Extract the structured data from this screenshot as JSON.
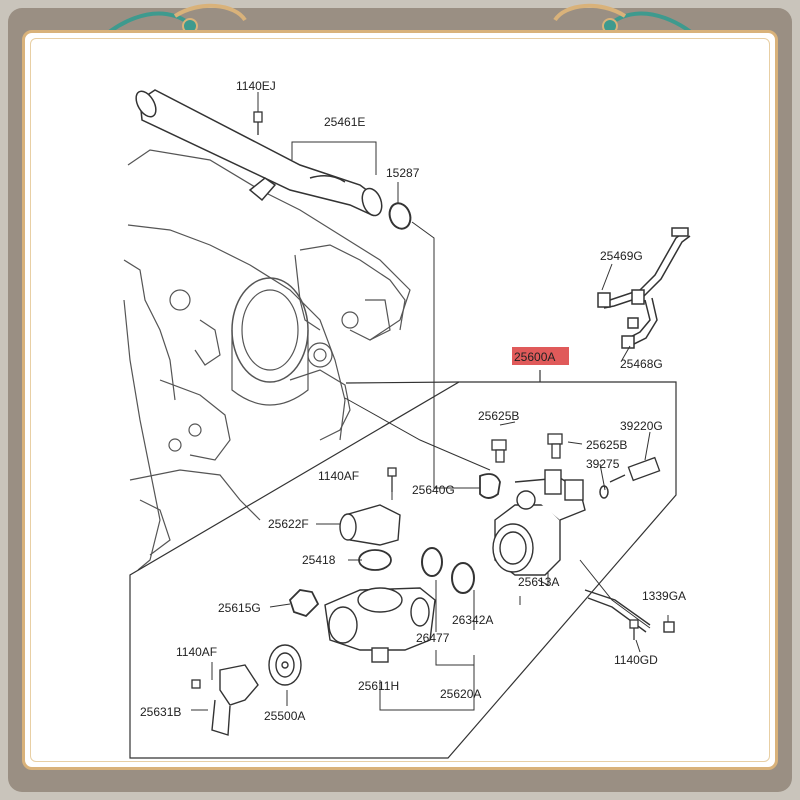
{
  "frame": {
    "accent": "#d9b27a",
    "ornament": "#3e9a8e",
    "background": "#9a8f83"
  },
  "highlight": {
    "assembly_label": "25600A",
    "color": "#e05a5a"
  },
  "labels": {
    "l_1140EJ": "1140EJ",
    "l_25461E": "25461E",
    "l_15287": "15287",
    "l_25469G": "25469G",
    "l_25468G": "25468G",
    "l_25600A": "25600A",
    "l_25625B_a": "25625B",
    "l_25625B_b": "25625B",
    "l_39220G": "39220G",
    "l_39275": "39275",
    "l_1140AF_a": "1140AF",
    "l_25640G": "25640G",
    "l_25622F": "25622F",
    "l_25418": "25418",
    "l_25613A": "25613A",
    "l_1339GA": "1339GA",
    "l_25615G": "25615G",
    "l_26342A": "26342A",
    "l_26477": "26477",
    "l_1140AF_b": "1140AF",
    "l_1140GD": "1140GD",
    "l_25611H": "25611H",
    "l_25631B": "25631B",
    "l_25500A": "25500A",
    "l_25620A": "25620A"
  }
}
